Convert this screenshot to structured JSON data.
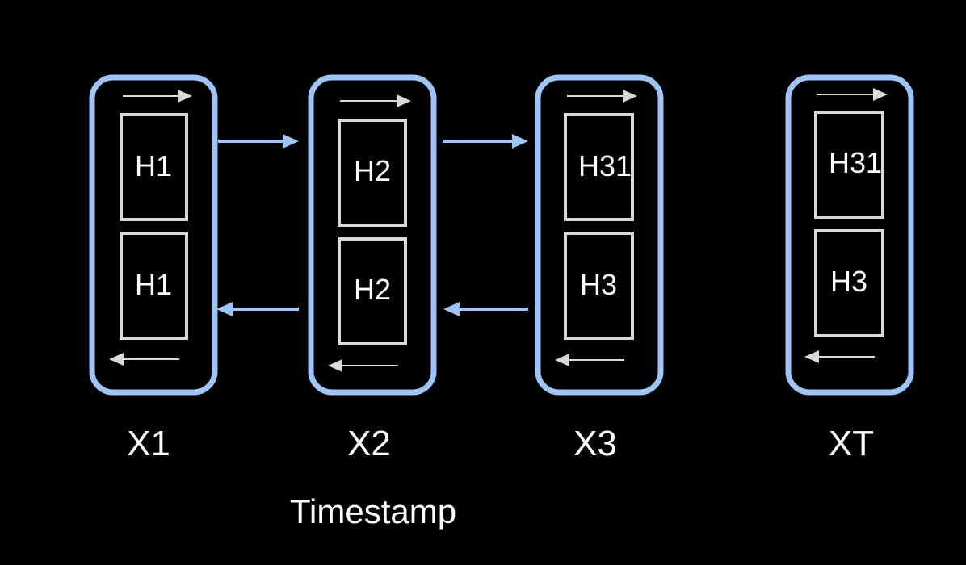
{
  "colors": {
    "frame": "#9fc5f8",
    "box": "#d9d9d9",
    "text": "#ffffff",
    "background": "#000000"
  },
  "cells": [
    {
      "step_label": "X1",
      "forward_state": "H1",
      "backward_state": "H1"
    },
    {
      "step_label": "X2",
      "forward_state": "H2",
      "backward_state": "H2"
    },
    {
      "step_label": "X3",
      "forward_state": "H31",
      "backward_state": "H3"
    },
    {
      "step_label": "XT",
      "forward_state": "H31",
      "backward_state": "H3"
    }
  ],
  "axis_label": "Timestamp"
}
